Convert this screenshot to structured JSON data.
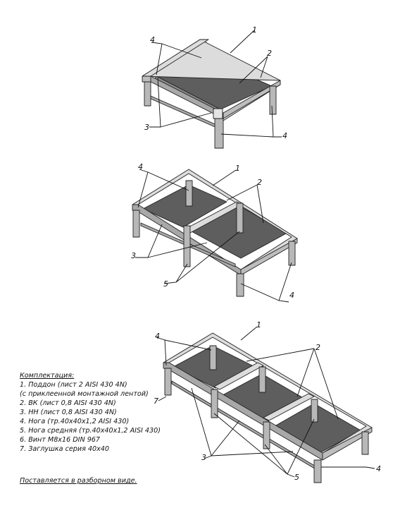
{
  "callouts": {
    "n1": "1",
    "n2": "2",
    "n3": "3",
    "n4": "4",
    "n5": "5",
    "n7": "7"
  },
  "legend": {
    "header": "Комплектация:",
    "items": [
      "1. Поддон (лист 2 AISI 430 4N)",
      "(с приклеенной монтажной лентой)",
      "2. ВК (лист 0,8 AISI 430 4N)",
      "3. НН (лист 0,8 AISI 430 4N)",
      "4. Нога (тр.40х40х1,2 AISI 430)",
      "5. Нога средняя (тр.40х40х1,2 AISI 430)",
      "6. Винт М8х16 DIN 967",
      "7. Заглушка серия 40х40"
    ],
    "footer": "Поставляется в разборном виде."
  }
}
